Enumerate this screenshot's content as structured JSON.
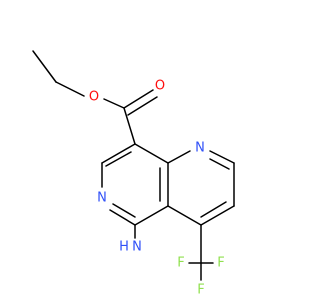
{
  "structure": {
    "colors": {
      "bond": "#000000",
      "oxygen": "#ff0d0d",
      "nitrogen": "#3050f8",
      "fluorine": "#90e050"
    },
    "atoms": {
      "o_ether": "O",
      "o_carbonyl": "O",
      "n_ring_top": "N",
      "n_ring_left": "N",
      "nh2_n": "N",
      "nh2_h": "H",
      "f_top": "F",
      "f_left": "F",
      "f_right": "F"
    }
  }
}
